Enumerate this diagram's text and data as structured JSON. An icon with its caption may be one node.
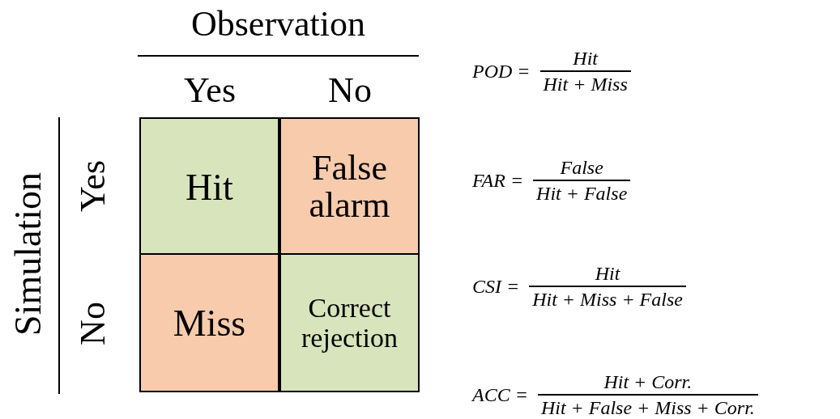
{
  "diagram": {
    "nodes": [
      {
        "text": [
          "Hit"
        ]
      },
      {
        "text": [
          "False alarm"
        ]
      },
      {
        "text": [
          "Miss"
        ]
      },
      {
        "text": [
          "Correct rejection"
        ]
      }
    ],
    "labels": [
      "Observation",
      "Yes",
      "No",
      "Simulation",
      "Yes",
      "No",
      "POD =",
      "Hit",
      "Hit + Miss",
      "FAR =",
      "False",
      "Hit + False",
      "CSI =",
      "Hit",
      "Hit + Miss + False",
      "ACC =",
      "Hit + Corr.",
      "Hit + False + Miss + Corr."
    ]
  }
}
